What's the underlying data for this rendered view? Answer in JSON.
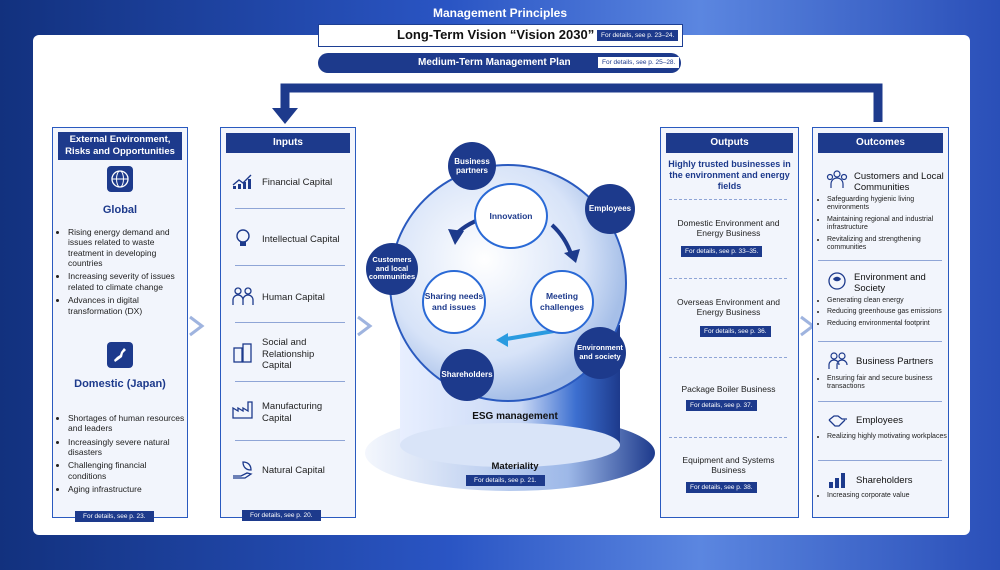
{
  "header": {
    "title": "Management Principles",
    "vision": "Long-Term Vision “Vision 2030”",
    "vision_ref": "For details, see p. 23–24.",
    "plan": "Medium-Term Management Plan",
    "plan_ref": "For details, see p. 25–28."
  },
  "external": {
    "title": "External Environment, Risks and Opportunities",
    "global_label": "Global",
    "global_items": [
      "Rising energy demand and issues related to waste treatment in developing countries",
      "Increasing severity of issues related to climate change",
      "Advances in digital transformation (DX)"
    ],
    "domestic_label": "Domestic (Japan)",
    "domestic_items": [
      "Shortages of human resources and leaders",
      "Increasingly severe natural disasters",
      "Challenging financial conditions",
      "Aging infrastructure"
    ],
    "ref": "For details, see p. 23."
  },
  "inputs": {
    "title": "Inputs",
    "items": [
      "Financial Capital",
      "Intellectual Capital",
      "Human Capital",
      "Social and Relationship Capital",
      "Manufacturing Capital",
      "Natural Capital"
    ],
    "ref": "For details, see p. 20."
  },
  "center": {
    "stakeholders": [
      "Business partners",
      "Employees",
      "Customers and local communities",
      "Environment and society",
      "Shareholders"
    ],
    "cycle": [
      "Innovation",
      "Meeting challenges",
      "Sharing needs and issues"
    ],
    "esg": "ESG management",
    "materiality": "Materiality",
    "materiality_ref": "For details, see p. 21."
  },
  "outputs": {
    "title": "Outputs",
    "subtitle": "Highly trusted businesses in the environment and energy fields",
    "items": [
      {
        "label": "Domestic Environment and Energy Business",
        "ref": "For details, see p. 33–35."
      },
      {
        "label": "Overseas Environment and Energy Business",
        "ref": "For details, see p. 36."
      },
      {
        "label": "Package Boiler Business",
        "ref": "For details, see p. 37."
      },
      {
        "label": "Equipment and Systems Business",
        "ref": "For details, see p. 38."
      }
    ]
  },
  "outcomes": {
    "title": "Outcomes",
    "groups": [
      {
        "label": "Customers and Local Communities",
        "items": [
          "Safeguarding hygienic living environments",
          "Maintaining regional and industrial infrastructure",
          "Revitalizing and strengthening communities"
        ]
      },
      {
        "label": "Environment and Society",
        "items": [
          "Generating clean energy",
          "Reducing greenhouse gas emissions",
          "Reducing environmental footprint"
        ]
      },
      {
        "label": "Business Partners",
        "items": [
          "Ensuring fair and secure business transactions"
        ]
      },
      {
        "label": "Employees",
        "items": [
          "Realizing highly motivating workplaces"
        ]
      },
      {
        "label": "Shareholders",
        "items": [
          "Increasing corporate value"
        ]
      }
    ]
  }
}
